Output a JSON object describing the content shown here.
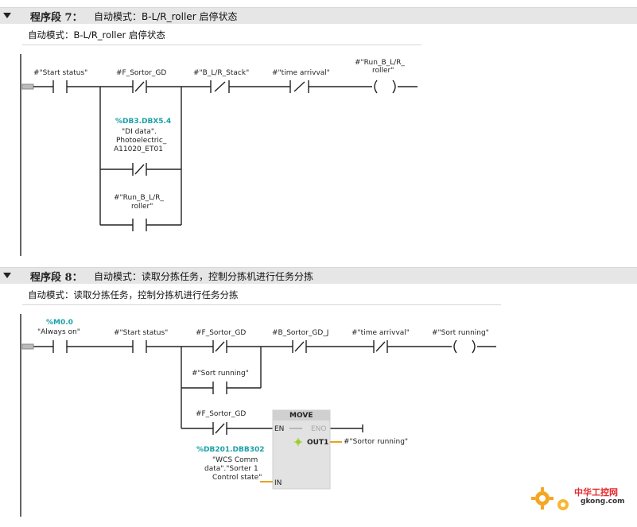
{
  "networks": [
    {
      "title": "程序段 7：",
      "description": "自动模式：B-L/R_roller 启停状态",
      "comment": "自动模式：B-L/R_roller 启停状态",
      "tags": {
        "start_status": "#\"Start status\"",
        "f_sortor_gd": "#F_Sortor_GD",
        "b_lr_stack": "#\"B_L/R_Stack\"",
        "time_arrival": "#\"time arrivval\"",
        "run_b_lr_roller_1": "#\"Run_B_L/R_",
        "run_b_lr_roller_2": "roller\"",
        "db3_addr": "%DB3.DBX5.4",
        "db3_l1": "\"DI data\".",
        "db3_l2": "Photoelectric_",
        "db3_l3": "A11020_ET01",
        "run_b_par_1": "#\"Run_B_L/R_",
        "run_b_par_2": "roller\""
      }
    },
    {
      "title": "程序段 8：",
      "description": "自动模式：读取分拣任务，控制分拣机进行任务分拣",
      "comment": "自动模式：读取分拣任务，控制分拣机进行任务分拣",
      "tags": {
        "m00_addr": "%M0.0",
        "always_on": "\"Always on\"",
        "start_status": "#\"Start status\"",
        "f_sortor_gd": "#F_Sortor_GD",
        "b_sortor_gd_j": "#B_Sortor_GD_J",
        "time_arrival": "#\"time arrivval\"",
        "sort_running": "#\"Sort running\"",
        "sort_running_par": "#\"Sort running\"",
        "f_sortor_gd_2": "#F_Sortor_GD",
        "db201_addr": "%DB201.DBB302",
        "db201_l1": "\"WCS Comm",
        "db201_l2": "data\".\"Sorter 1",
        "db201_l3": "Control state\"",
        "out1_tag": "#\"Sortor running\""
      },
      "move_box": {
        "title": "MOVE",
        "en": "EN",
        "eno": "ENO",
        "out1": "OUT1",
        "in": "IN"
      }
    }
  ],
  "watermark": {
    "cn": "中华工控网",
    "en": "gkong.com"
  },
  "colors": {
    "header_bg": "#e6e6e6",
    "address": "#1aa0a8",
    "pin_wire": "#e8a020",
    "move_box": "#dcdcdc",
    "watermark_red": "#e3282b",
    "watermark_gear": "#f5a623"
  }
}
